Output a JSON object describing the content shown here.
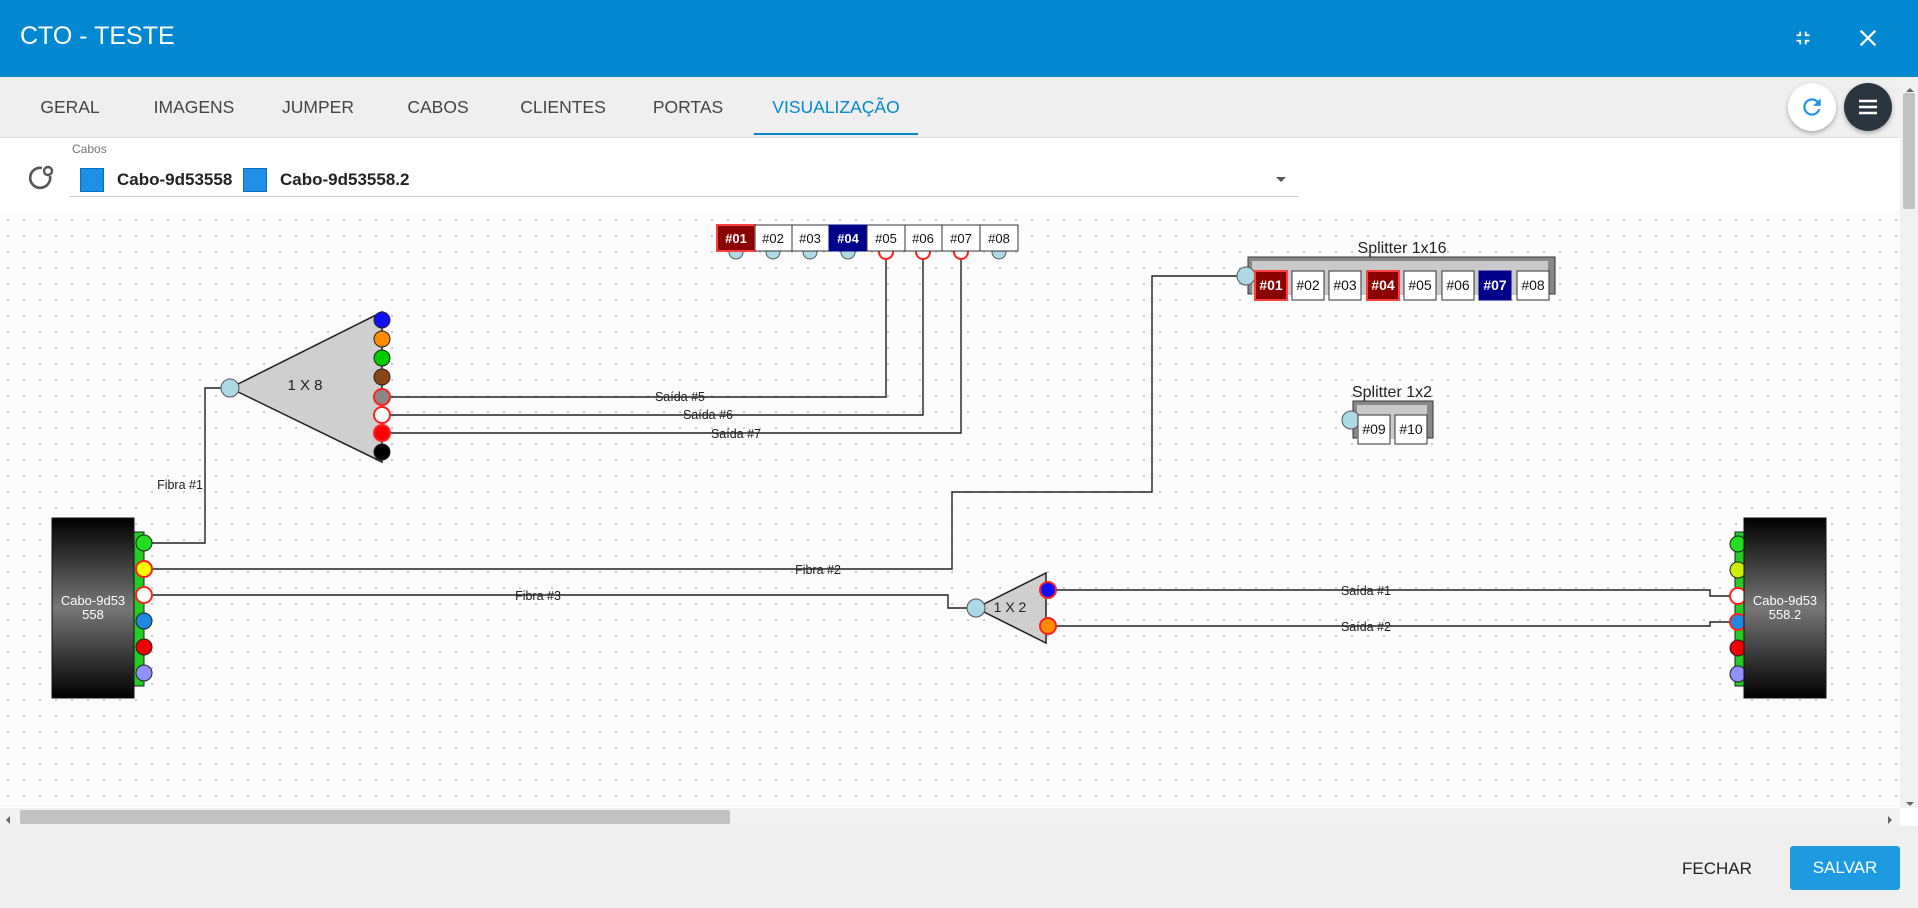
{
  "window": {
    "title": "CTO - TESTE"
  },
  "tabs": [
    {
      "label": "GERAL"
    },
    {
      "label": "IMAGENS"
    },
    {
      "label": "JUMPER"
    },
    {
      "label": "CABOS"
    },
    {
      "label": "CLIENTES"
    },
    {
      "label": "PORTAS"
    },
    {
      "label": "VISUALIZAÇÃO",
      "active": true
    }
  ],
  "cables_select": {
    "label": "Cabos",
    "chips": [
      "Cabo-9d53558",
      "Cabo-9d53558.2"
    ]
  },
  "top_ports": {
    "labels": [
      "#01",
      "#02",
      "#03",
      "#04",
      "#05",
      "#06",
      "#07",
      "#08"
    ],
    "highlight": {
      "#01": "#8b0000",
      "#04": "#00008b"
    }
  },
  "splitter16": {
    "title": "Splitter 1x16",
    "ports": [
      "#01",
      "#02",
      "#03",
      "#04",
      "#05",
      "#06",
      "#07",
      "#08"
    ]
  },
  "splitter2": {
    "title": "Splitter 1x2",
    "ports": [
      "#09",
      "#10"
    ]
  },
  "splitter_1x8": {
    "label": "1 X 8"
  },
  "splitter_1x2": {
    "label": "1 X 2"
  },
  "cable_left": {
    "label_line1": "Cabo-9d53",
    "label_line2": "558"
  },
  "cable_right": {
    "label_line1": "Cabo-9d53",
    "label_line2": "558.2"
  },
  "links": {
    "fibra1": "Fibra #1",
    "fibra2": "Fibra #2",
    "fibra3": "Fibra #3",
    "saida5": "Saída #5",
    "saida6": "Saída #6",
    "saida7": "Saída #7",
    "saida1": "Saída #1",
    "saida2": "Saída #2"
  },
  "footer": {
    "close_label": "FECHAR",
    "save_label": "SALVAR"
  },
  "colors": {
    "primary": "#0288d1",
    "save_button": "#1e9be0",
    "dark_red": "#8b0000",
    "dark_blue": "#00008b"
  }
}
